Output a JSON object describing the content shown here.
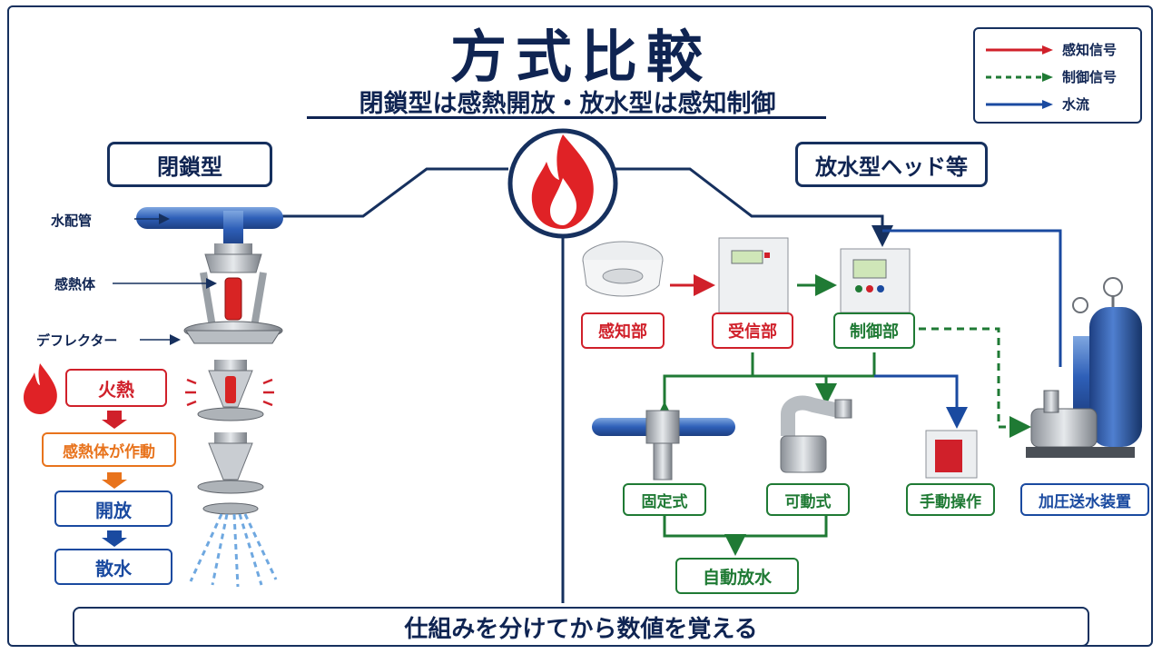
{
  "title": "方式比較",
  "subtitle": "閉鎖型は感熱開放・放水型は感知制御",
  "legend": [
    {
      "label": "感知信号",
      "color": "#d0202a",
      "style": "solid"
    },
    {
      "label": "制御信号",
      "color": "#1f7a34",
      "style": "dashed"
    },
    {
      "label": "水流",
      "color": "#1a4aa0",
      "style": "solid"
    }
  ],
  "closed": {
    "header": "閉鎖型",
    "parts": {
      "pipe": "水配管",
      "element": "感熱体",
      "deflector": "デフレクター"
    },
    "steps": [
      "火熱",
      "感熱体が作動",
      "開放",
      "散水"
    ]
  },
  "open": {
    "header": "放水型ヘッド等",
    "detector": "感知部",
    "receiver": "受信部",
    "controller": "制御部",
    "fixed": "固定式",
    "movable": "可動式",
    "manual": "手動操作",
    "auto": "自動放水",
    "pump": "加圧送水装置"
  },
  "footer": "仕組みを分けてから数値を覚える",
  "colors": {
    "navy": "#16305e",
    "red": "#d0202a",
    "green": "#1f7a34",
    "blue": "#1a4aa0",
    "orange": "#e8731c"
  }
}
